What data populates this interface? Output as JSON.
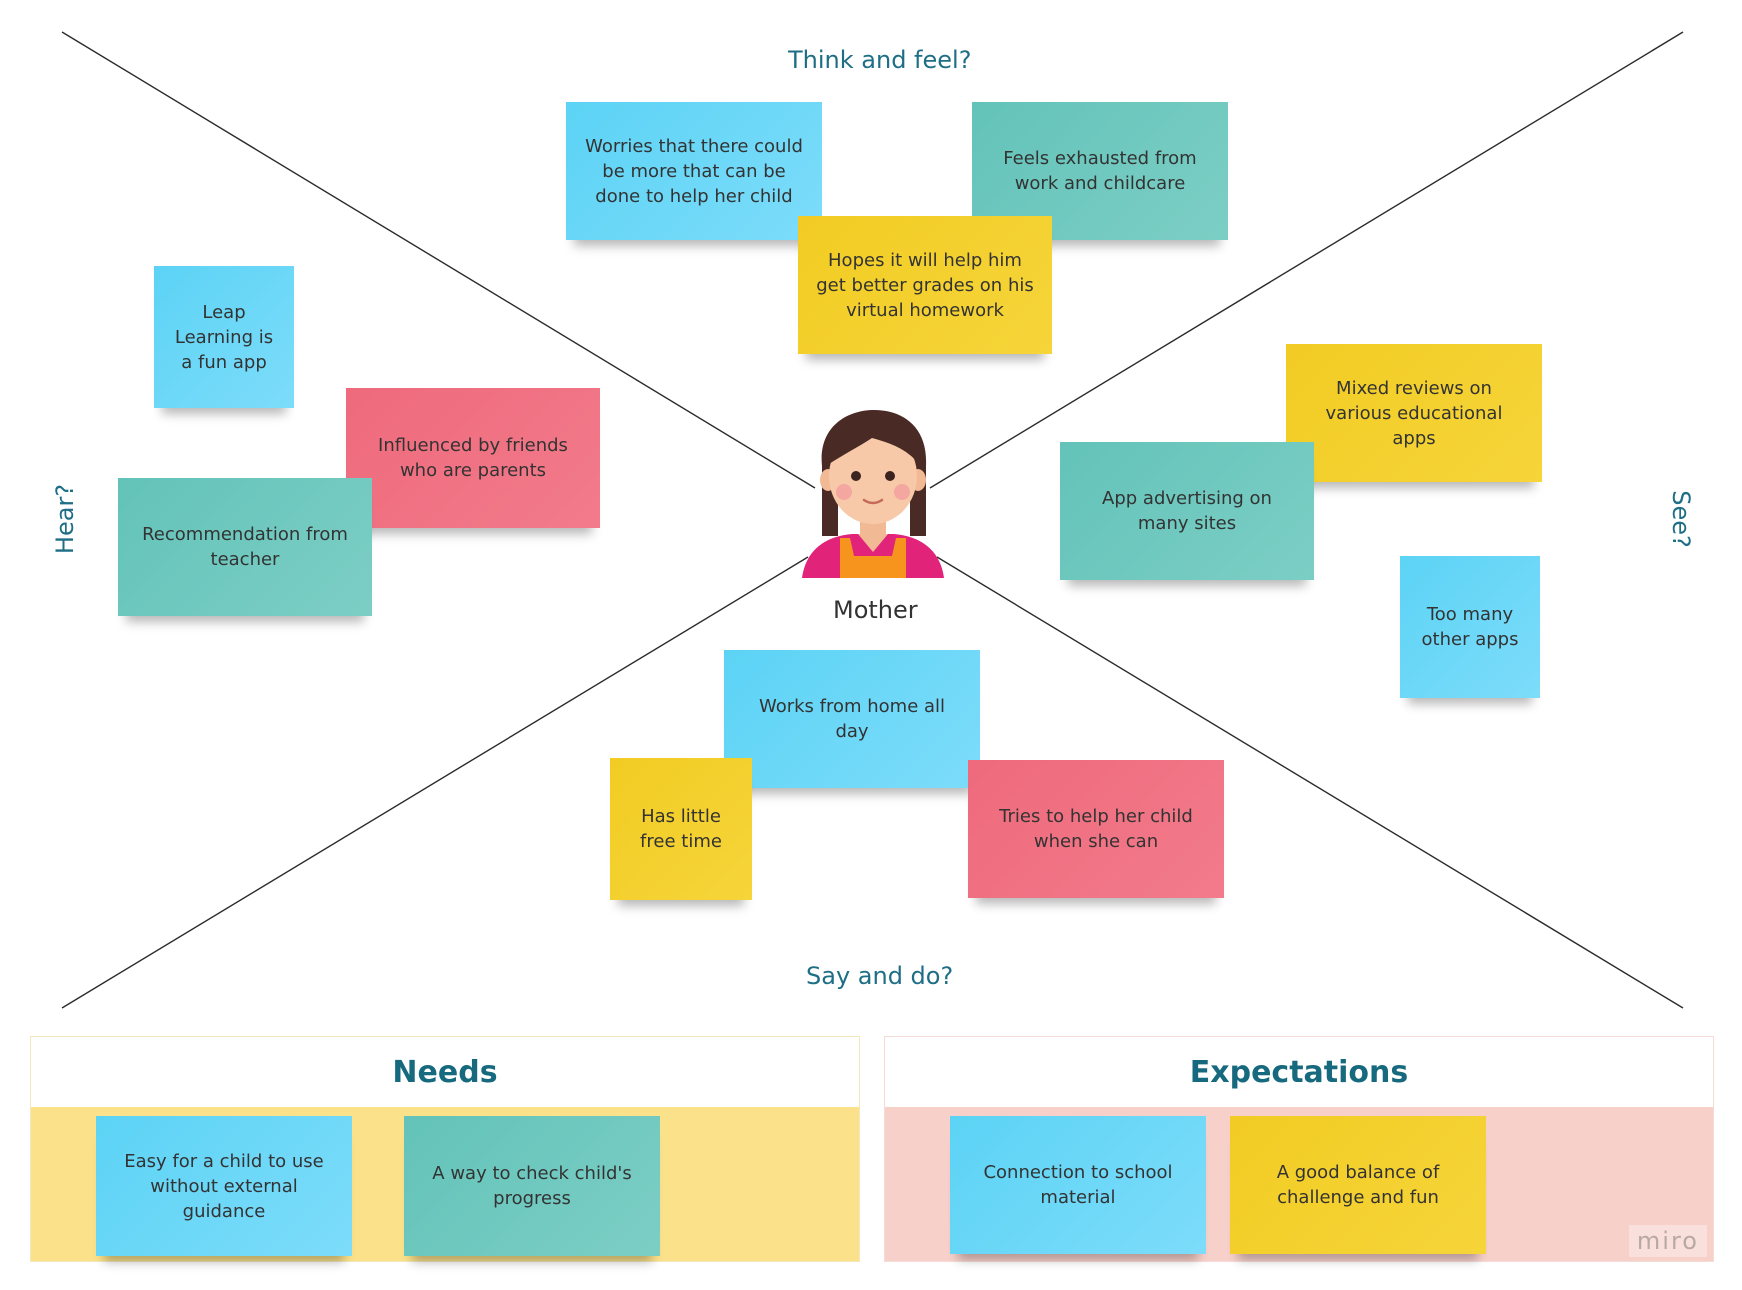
{
  "quadrants": {
    "top": "Think and feel?",
    "bottom": "Say and do?",
    "left": "Hear?",
    "right": "See?"
  },
  "persona": {
    "label": "Mother",
    "icon": "woman-avatar-icon"
  },
  "notes": {
    "think_worries": {
      "text": "Worries that there could be more that can be done to help her child",
      "color": "blue"
    },
    "think_exhausted": {
      "text": "Feels exhausted from work and childcare",
      "color": "teal"
    },
    "think_hopes": {
      "text": "Hopes it will help him get better grades on his virtual homework",
      "color": "yellow"
    },
    "hear_leap": {
      "text": "Leap Learning is a fun app",
      "color": "blue"
    },
    "hear_friends": {
      "text": "Influenced by friends who are parents",
      "color": "red"
    },
    "hear_teacher": {
      "text": "Recommendation from teacher",
      "color": "teal"
    },
    "see_reviews": {
      "text": "Mixed reviews on various educational apps",
      "color": "yellow"
    },
    "see_ads": {
      "text": "App advertising on many sites",
      "color": "teal"
    },
    "see_many": {
      "text": "Too many other apps",
      "color": "blue"
    },
    "say_works": {
      "text": "Works from home all day",
      "color": "blue"
    },
    "say_free": {
      "text": "Has little free time",
      "color": "yellow"
    },
    "say_tries": {
      "text": "Tries to help her child when she can",
      "color": "red"
    },
    "need_easy": {
      "text": "Easy for a child to use without external guidance",
      "color": "blue"
    },
    "need_check": {
      "text": "A way to check child's progress",
      "color": "teal"
    },
    "exp_school": {
      "text": "Connection to school material",
      "color": "blue"
    },
    "exp_balance": {
      "text": "A good balance of challenge  and fun",
      "color": "yellow"
    }
  },
  "panels": {
    "needs": {
      "title": "Needs",
      "color": "#fae18a"
    },
    "expectations": {
      "title": "Expectations",
      "color": "#f7d0ca"
    }
  },
  "watermark": "miro",
  "colors": {
    "accent": "#1e6e86",
    "blue": "#5cd3f5",
    "teal": "#63c3b9",
    "yellow": "#f2cc23",
    "red": "#ee6a7c"
  }
}
